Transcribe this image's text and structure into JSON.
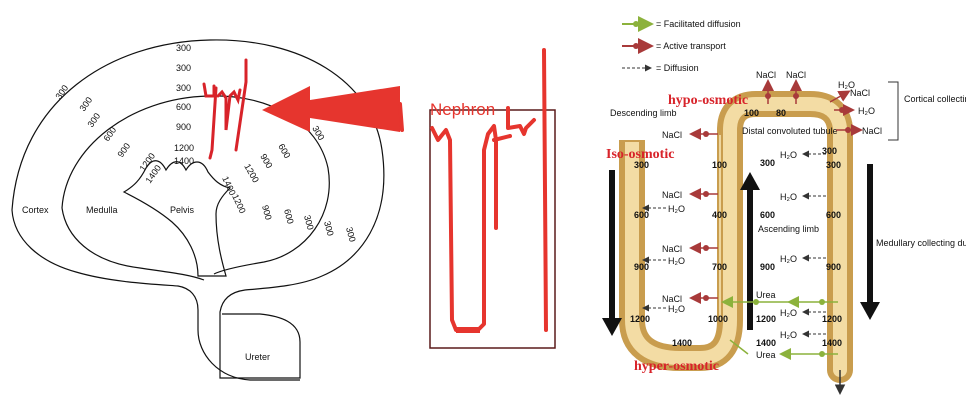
{
  "kidney": {
    "numbers": [
      "300",
      "300",
      "300",
      "600",
      "900",
      "1200",
      "1400"
    ],
    "arc_left": [
      "300",
      "300",
      "300",
      "600",
      "900",
      "1200"
    ],
    "arc_right": [
      "300",
      "600",
      "900",
      "1200",
      "1400"
    ],
    "pyramid": [
      "1400",
      "1400",
      "1200"
    ],
    "lower": [
      "900",
      "600",
      "300",
      "300",
      "300"
    ],
    "labels": {
      "cortex": "Cortex",
      "medulla": "Medulla",
      "pelvis": "Pelvis",
      "ureter": "Ureter"
    }
  },
  "nephron_label": "Nephron",
  "legend": {
    "facilitated": "= Facilitated diffusion",
    "active": "= Active transport",
    "diffusion": "= Diffusion"
  },
  "loop": {
    "hypo": "hypo-osmotic",
    "iso": "Iso-osmotic",
    "hyper": "hyper-osmotic",
    "descending": "Descending limb",
    "distal": "Distal convoluted tubule",
    "ascending": "Ascending limb",
    "cortical": "Cortical collecting duct",
    "medullary": "Medullary collecting duct",
    "nacl": "NaCl",
    "h2o": "H₂O",
    "urea": "Urea",
    "desc_vals": [
      "300",
      "600",
      "900",
      "1200"
    ],
    "asc_vals": [
      "100",
      "400",
      "700",
      "1000"
    ],
    "top_vals": [
      "100",
      "80"
    ],
    "mid_vals": [
      "300",
      "600",
      "900",
      "1200",
      "1400"
    ],
    "duct_vals": [
      "300",
      "600",
      "900",
      "1200",
      "1400"
    ],
    "bottom": "1400"
  },
  "colors": {
    "red": "#d8232a",
    "tubule": "#e3c27e",
    "green": "#8cb23c",
    "maroon": "#a83a3a"
  }
}
